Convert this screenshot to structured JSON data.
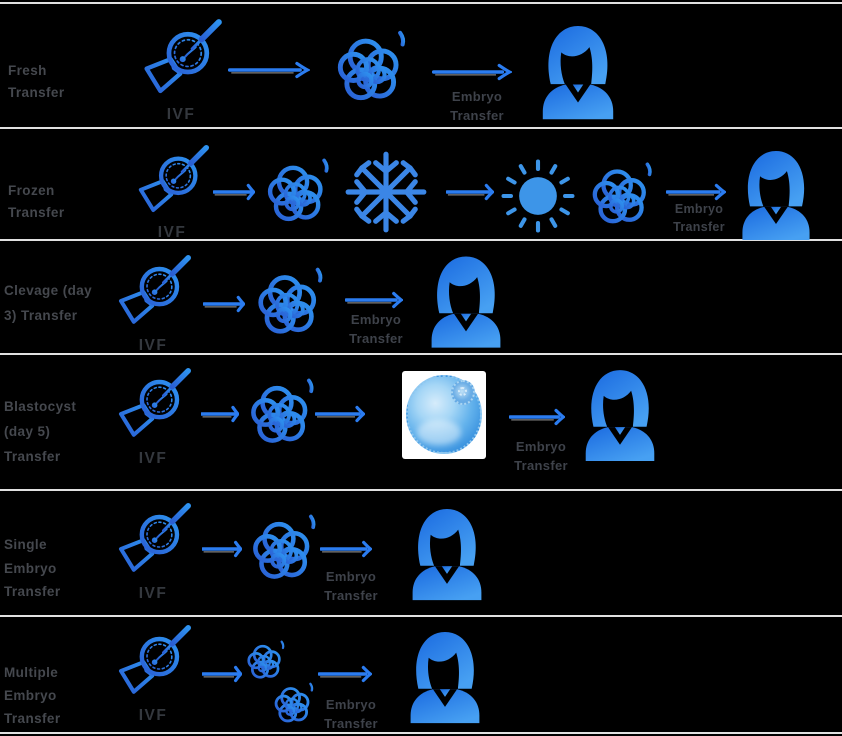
{
  "diagram": {
    "rows": [
      {
        "name": "fresh-transfer",
        "label": "Fresh\nTransfer",
        "ivf_label": "IVF",
        "transfer_label": "Embryo\nTransfer",
        "icons": [
          "ivf-syringe",
          "arrow",
          "embryo",
          "arrow",
          "woman-patient"
        ]
      },
      {
        "name": "frozen-transfer",
        "label": "Frozen\nTransfer",
        "ivf_label": "IVF",
        "transfer_label": "Embryo\nTransfer",
        "icons": [
          "ivf-syringe",
          "arrow",
          "embryo",
          "snowflake-freeze",
          "arrow",
          "sun-thaw",
          "embryo",
          "arrow",
          "woman-patient"
        ]
      },
      {
        "name": "cleavage-day3-transfer",
        "label": "Clevage  (day\n3) Transfer",
        "ivf_label": "IVF",
        "transfer_label": "Embryo\nTransfer",
        "icons": [
          "ivf-syringe",
          "arrow",
          "embryo",
          "arrow",
          "woman-patient"
        ]
      },
      {
        "name": "blastocyst-day5-transfer",
        "label": "Blastocyst\n(day 5)\nTransfer",
        "ivf_label": "IVF",
        "transfer_label": "Embryo\nTransfer",
        "icons": [
          "ivf-syringe",
          "arrow",
          "embryo",
          "arrow",
          "blastocyst-photo",
          "arrow",
          "woman-patient"
        ]
      },
      {
        "name": "single-embryo-transfer",
        "label": "Single\nEmbryo\nTransfer",
        "ivf_label": "IVF",
        "transfer_label": "Embryo\nTransfer",
        "icons": [
          "ivf-syringe",
          "arrow",
          "embryo",
          "arrow",
          "woman-patient"
        ]
      },
      {
        "name": "multiple-embryo-transfer",
        "label": "Multiple\nEmbryo\nTransfer",
        "ivf_label": "IVF",
        "transfer_label": "Embryo\nTransfer",
        "icons": [
          "ivf-syringe",
          "arrow",
          "embryo-small",
          "embryo-small",
          "arrow",
          "woman-patient"
        ]
      }
    ],
    "colors": {
      "background": "#000000",
      "separator": "#ececec",
      "icon_blue": "#2273e8",
      "arrow_blue": "#2b7cf0",
      "snowflake_blue": "#3b86e6",
      "sun_blue": "#3d95e8",
      "woman_gradient_start": "#1a6ae0",
      "woman_gradient_end": "#47a0f2",
      "label_gray": "#45484e"
    }
  }
}
